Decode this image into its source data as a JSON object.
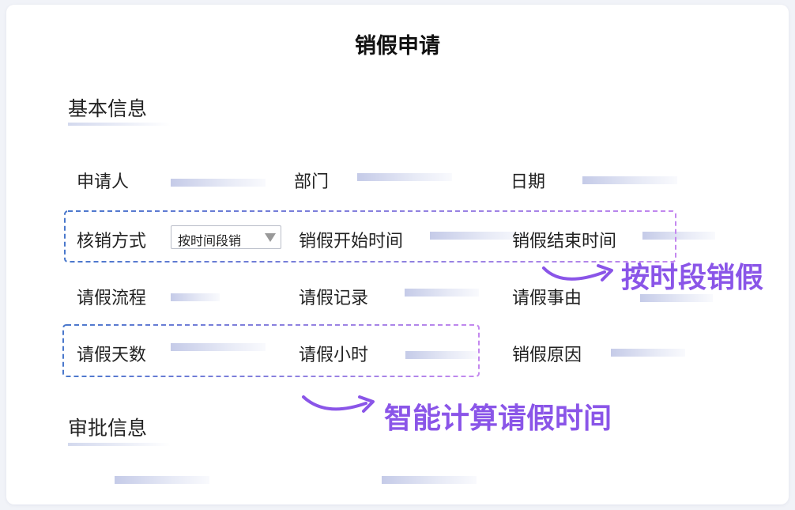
{
  "form": {
    "title": "销假申请",
    "basic_section": "基本信息",
    "approval_section": "审批信息",
    "fields": {
      "applicant": "申请人",
      "department": "部门",
      "date": "日期",
      "method": "核销方式",
      "start_time": "销假开始时间",
      "end_time": "销假结束时间",
      "leave_process": "请假流程",
      "leave_record": "请假记录",
      "leave_reason": "请假事由",
      "leave_days": "请假天数",
      "leave_hours": "请假小时",
      "cancel_reason": "销假原因"
    },
    "method_select": {
      "value": "按时间段销"
    }
  },
  "annotations": {
    "by_period": "按时段销假",
    "smart_calc": "智能计算请假时间"
  },
  "colors": {
    "accent_purple": "#8a55e8",
    "box_blue": "#4a78cc",
    "box_purple": "#c488ef"
  }
}
